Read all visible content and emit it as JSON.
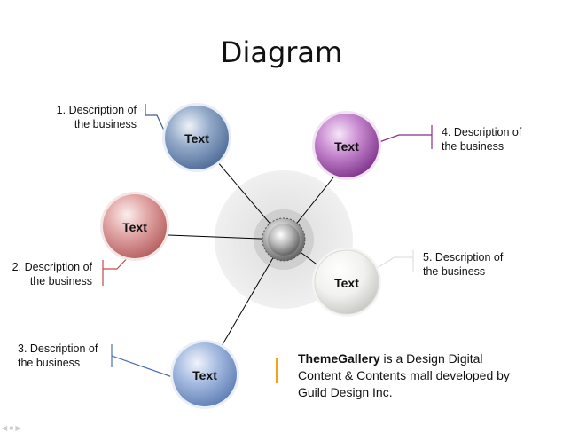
{
  "title": "Diagram",
  "nodes": [
    {
      "label": "Text",
      "color": "#6d8ab5"
    },
    {
      "label": "Text",
      "color": "#d48686"
    },
    {
      "label": "Text",
      "color": "#7f9ccc"
    },
    {
      "label": "Text",
      "color": "#a255ad"
    },
    {
      "label": "Text",
      "color": "#e2e2e0"
    }
  ],
  "descriptions": [
    {
      "line1": "1. Description of",
      "line2": "the business",
      "accent": "#3f5f8f"
    },
    {
      "line1": "2. Description of",
      "line2": "the business",
      "accent": "#c44a4a"
    },
    {
      "line1": "3. Description of",
      "line2": "the business",
      "accent": "#4a6fb0"
    },
    {
      "line1": "4. Description of",
      "line2": "the business",
      "accent": "#8a2c8a"
    },
    {
      "line1": "5. Description of",
      "line2": "the business",
      "accent": "#dddddd"
    }
  ],
  "note": {
    "brand": "ThemeGallery",
    "text": " is a Design Digital Content & Contents mall developed by Guild Design Inc.",
    "accent": "#f5a11a"
  }
}
